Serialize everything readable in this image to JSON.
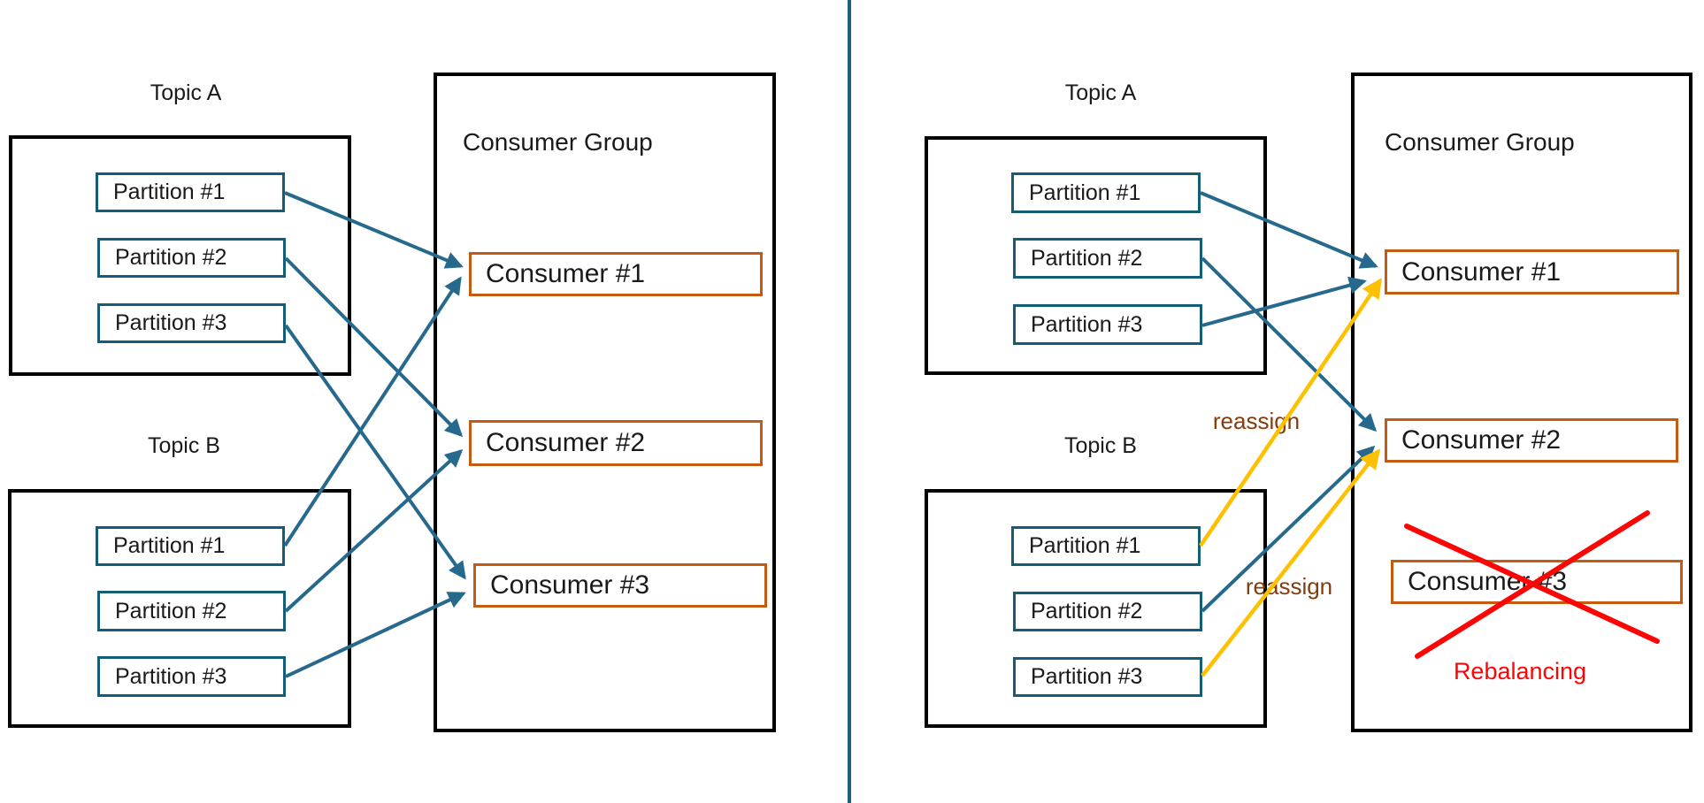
{
  "colors": {
    "background": "#FFFFFF",
    "outline-black": "#000000",
    "text-dark": "#1A1A1A",
    "partition-border": "#135D77",
    "consumer-border": "#C55A11",
    "arrow-blue": "#26698C",
    "reassign-yellow": "#FFC000",
    "reassign-text": "#843C0C",
    "alert-red": "#FE0505",
    "divider-blue": "#1E5F80"
  },
  "divider": {
    "orientation": "vertical"
  },
  "left": {
    "topic_a": {
      "title": "Topic A",
      "partitions": [
        "Partition #1",
        "Partition #2",
        "Partition #3"
      ]
    },
    "topic_b": {
      "title": "Topic B",
      "partitions": [
        "Partition #1",
        "Partition #2",
        "Partition #3"
      ]
    },
    "consumer_group": {
      "title": "Consumer Group",
      "consumers": [
        "Consumer #1",
        "Consumer #2",
        "Consumer #3"
      ]
    },
    "assignments": [
      {
        "from": "Topic A / Partition #1",
        "to": "Consumer #1"
      },
      {
        "from": "Topic A / Partition #2",
        "to": "Consumer #2"
      },
      {
        "from": "Topic A / Partition #3",
        "to": "Consumer #3"
      },
      {
        "from": "Topic B / Partition #1",
        "to": "Consumer #1"
      },
      {
        "from": "Topic B / Partition #2",
        "to": "Consumer #2"
      },
      {
        "from": "Topic B / Partition #3",
        "to": "Consumer #3"
      }
    ]
  },
  "right": {
    "topic_a": {
      "title": "Topic A",
      "partitions": [
        "Partition #1",
        "Partition #2",
        "Partition #3"
      ]
    },
    "topic_b": {
      "title": "Topic B",
      "partitions": [
        "Partition #1",
        "Partition #2",
        "Partition #3"
      ]
    },
    "consumer_group": {
      "title": "Consumer Group",
      "consumers": [
        "Consumer #1",
        "Consumer #2",
        "Consumer #3"
      ]
    },
    "assignments": [
      {
        "from": "Topic A / Partition #1",
        "to": "Consumer #1",
        "type": "kept"
      },
      {
        "from": "Topic A / Partition #2",
        "to": "Consumer #2",
        "type": "kept"
      },
      {
        "from": "Topic A / Partition #3",
        "to": "Consumer #1",
        "type": "kept"
      },
      {
        "from": "Topic B / Partition #1",
        "to": "Consumer #1",
        "type": "reassigned"
      },
      {
        "from": "Topic B / Partition #2",
        "to": "Consumer #2",
        "type": "kept"
      },
      {
        "from": "Topic B / Partition #3",
        "to": "Consumer #2",
        "type": "reassigned"
      }
    ],
    "annotations": {
      "reassign_1": "reassign",
      "reassign_2": "reassign",
      "rebalancing": "Rebalancing"
    },
    "crossed_out_consumer": "Consumer #3"
  }
}
